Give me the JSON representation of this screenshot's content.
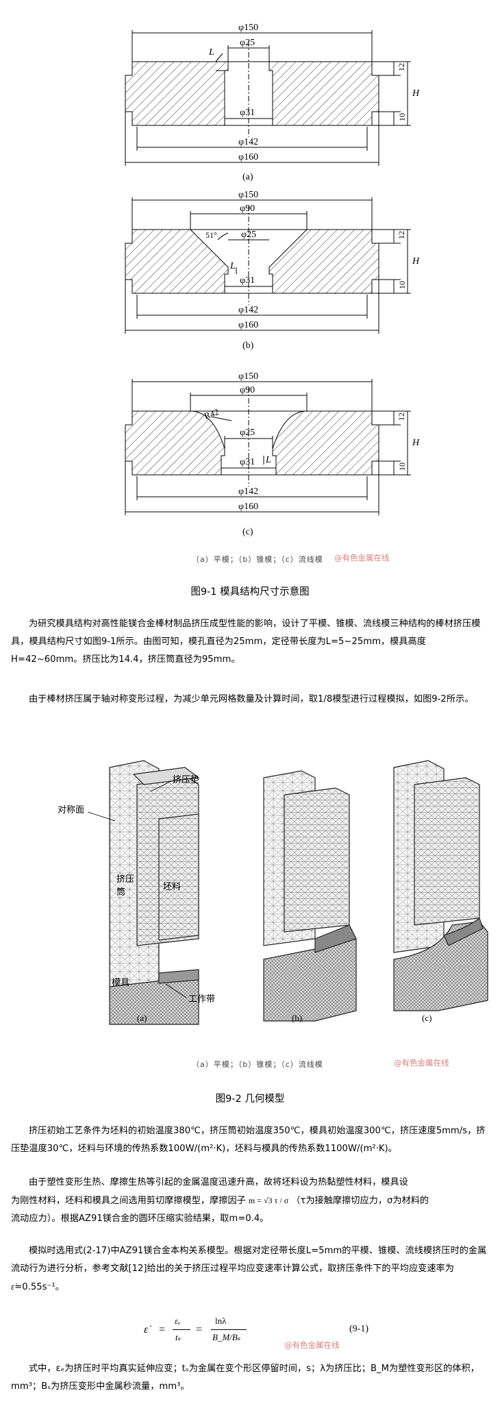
{
  "figure1": {
    "dims": {
      "d150": "φ150",
      "d25": "φ25",
      "d31": "φ31",
      "d142": "φ142",
      "d160": "φ160",
      "d90": "φ90",
      "L": "L",
      "H": "H",
      "h12": "12",
      "h10": "10",
      "a51": "51°",
      "r42": "R42"
    },
    "labels": {
      "a": "(a)",
      "b": "(b)",
      "c": "(c)"
    },
    "subcaption": "（a）平模；（b）锥模；（c）流线模",
    "watermark": "@有色金属在线",
    "caption": "图9-1 模具结构尺寸示意图"
  },
  "paragraphs": {
    "p1": "为研究模具结构对高性能镁合金棒材制品挤压成型性能的影响，设计了平模、锥模、流线模三种结构的棒材挤压模具，模具结构尺寸如图9-1所示。由图可知，模孔直径为25mm，定径带长度为L=5~25mm，模具高度H=42~60mm。挤压比为14.4，挤压筒直径为95mm。",
    "p2": "由于棒材挤压属于轴对称变形过程，为减少单元网格数量及计算时间，取1/8模型进行过程模拟，如图9-2所示。",
    "p3": "挤压初始工艺条件为坯料的初始温度380℃，挤压筒初始温度350℃，模具初始温度300℃，挤压速度5mm/s，挤压垫温度30℃，坯料与环境的传热系数100W/(m²·K)，坯料与模具的传热系数1100W/(m²·K)。",
    "p4a": "由于塑性变形生热、摩擦生热等引起的金属温度迅速升高，故将坯料设为热黏塑性材料，模具设",
    "p4b": "为刚性材料，坯料和模具之间选用剪切摩擦模型，摩擦因子",
    "p4c": "（τ为接触摩擦切应力，σ为材料的",
    "p4d": "流动应力）。根据AZ91镁合金的圆环压缩实验结果，取m=0.4。",
    "p5a": "模拟时选用式(2-17)中AZ91镁合金本构关系模型。根据对定径带长度L=5mm的平模、锥模、流线模挤压时的金属流动行为进行分析，参考文献[12]给出的关于挤压过程平均应变速率计算公式，取挤压条件下的平均应变速率为",
    "p5b": "=0.55s⁻¹。",
    "p6": "式中，εₑ为挤压时平均真实延伸应变；tₛ为金属在变个形区停留时间，s；λ为挤压比；B_M为塑性变形区的体积，mm³；Bₛ为挤压变形中金属秒流量，mm³。"
  },
  "figure2": {
    "labels": {
      "pad": "挤压垫",
      "sym": "对称面",
      "cont1": "挤压",
      "cont2": "筒",
      "billet": "坯料",
      "die": "模具",
      "band": "工作带",
      "a": "(a)",
      "b": "(b)",
      "c": "(c)"
    },
    "subcaption": "（a）平模；（b）锥模；（c）流线模",
    "watermark": "@有色金属在线",
    "caption": "图9-2 几何模型"
  },
  "formula": {
    "m_eq": "m = √3 τ / σ",
    "eps_dot": "ε̇",
    "eq": "=",
    "num1": "εₑ",
    "den1": "tₛ",
    "num2": "lnλ",
    "den2": "B_M/Bₛ",
    "number": "(9-1)",
    "watermark": "@有色金属在线"
  }
}
